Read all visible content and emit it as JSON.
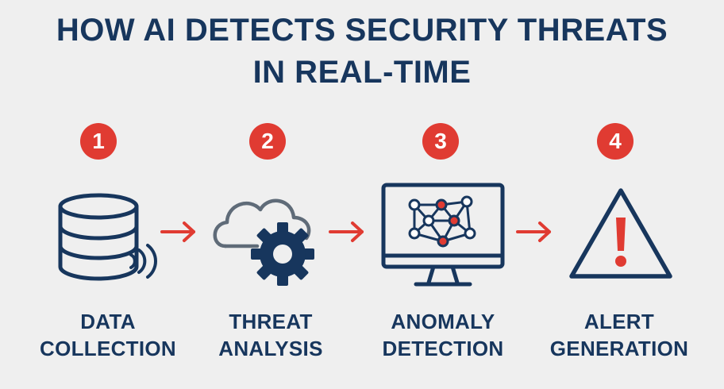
{
  "title": {
    "line1": "HOW AI DETECTS SECURITY THREATS",
    "line2": "IN REAL-TIME"
  },
  "colors": {
    "navy": "#17365d",
    "red": "#e03b32",
    "background": "#efefef",
    "cloud_gray": "#5f6b78"
  },
  "steps": [
    {
      "number": "1",
      "icon": "database-icon",
      "label_line1": "DATA",
      "label_line2": "COLLECTION"
    },
    {
      "number": "2",
      "icon": "cloud-gear-icon",
      "label_line1": "THREAT",
      "label_line2": "ANALYSIS"
    },
    {
      "number": "3",
      "icon": "monitor-network-icon",
      "label_line1": "ANOMALY",
      "label_line2": "DETECTION"
    },
    {
      "number": "4",
      "icon": "warning-icon",
      "label_line1": "ALERT",
      "label_line2": "GENERATION"
    }
  ]
}
